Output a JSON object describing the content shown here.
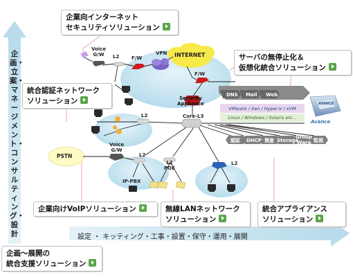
{
  "solutions": {
    "security": {
      "line1": "企業向インターネット",
      "line2": "セキュリティソリューション"
    },
    "server": {
      "line1": "サーバの無停止化＆",
      "line2": "仮想化統合ソリューション"
    },
    "auth": {
      "line1": "統合認証ネットワーク",
      "line2": "ソリューション"
    },
    "voip": {
      "line1": "企業向けVoIPソリューション"
    },
    "wlan": {
      "line1": "無線LANネットワーク",
      "line2": "ソリューション"
    },
    "appliance": {
      "line1": "統合アプライアンス",
      "line2": "ソリューション"
    },
    "planning": {
      "line1": "企画～展開の",
      "line2": "統合支援ソリューション"
    }
  },
  "vertical_axis": "企画・立案・マネージメント・コンサルティング・設計",
  "horizontal_axis": "設定 ・ キッティング・工事・設置・保守・運用・展開",
  "network": {
    "voice_gw_top": "Voice\nG/W",
    "l2_top": "L2",
    "fw_left": "F/W",
    "vpn": "VPN",
    "internet": "INTERNET",
    "fw_right": "F/W",
    "security_appliance": "Security\nAppliance",
    "core_l3": "Core-L3",
    "l2_mid": "L2",
    "pstn": "PSTN",
    "voice_gw_bottom": "Voice\nG/W",
    "l2_bottom": "L2",
    "poe": "L2\nPOE",
    "ip_pbx": "IP-PBX",
    "l2_right": "L2",
    "dns": "DNS",
    "mail": "Mail",
    "web": "Web",
    "virt_band": "VMware / Xen / Hyper-V / xVM",
    "os_band": "Linux / Windows / Solaris  etc...",
    "avance": "Avance",
    "avance_logo": "AVANCE",
    "auth_server": "認証",
    "dhcp": "DHCP",
    "shisan": "資産",
    "storage": "Storage",
    "groupware": "Group\nWare",
    "kanshi": "監視"
  },
  "colors": {
    "cloud": "#c9e6f2",
    "internet": "#f7e94a",
    "firewall": "#cc1d1d",
    "axis_arrow": "#c9e3ef",
    "pink_line": "#e8a2c2",
    "green_button": "#5aa54a",
    "server_gray": "#7f7f7f",
    "switch_blue": "#2b62b8"
  }
}
